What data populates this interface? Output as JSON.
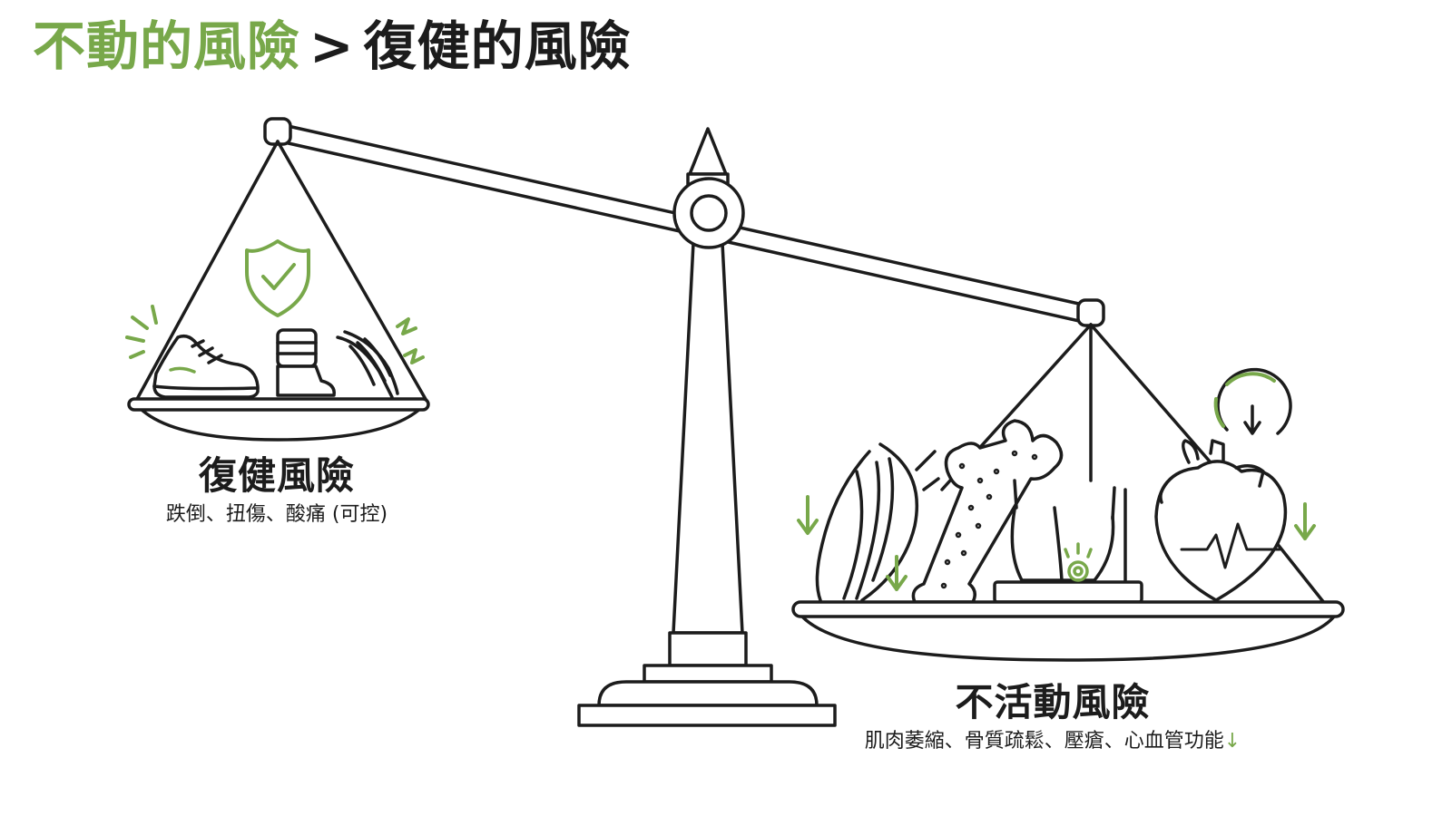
{
  "title": {
    "emphasis": "不動的風險",
    "separator": ">",
    "rest": "復健的風險"
  },
  "left_pan": {
    "heading": "復健風險",
    "detail": "跌倒、扭傷、酸痛 (可控)",
    "icons": [
      "shield-check-icon",
      "sneaker-icon",
      "ankle-brace-icon",
      "muscle-strain-icon"
    ]
  },
  "right_pan": {
    "heading": "不活動風險",
    "detail": "肌肉萎縮、骨質疏鬆、壓瘡、心血管功能",
    "detail_arrow": "↓",
    "icons": [
      "atrophied-muscle-icon",
      "bone-icon",
      "pressure-sore-icon",
      "heart-icon",
      "gauge-down-icon",
      "down-arrow-icon"
    ]
  },
  "colors": {
    "accent": "#78a84a",
    "ink": "#1c1c1c",
    "background": "#ffffff"
  }
}
